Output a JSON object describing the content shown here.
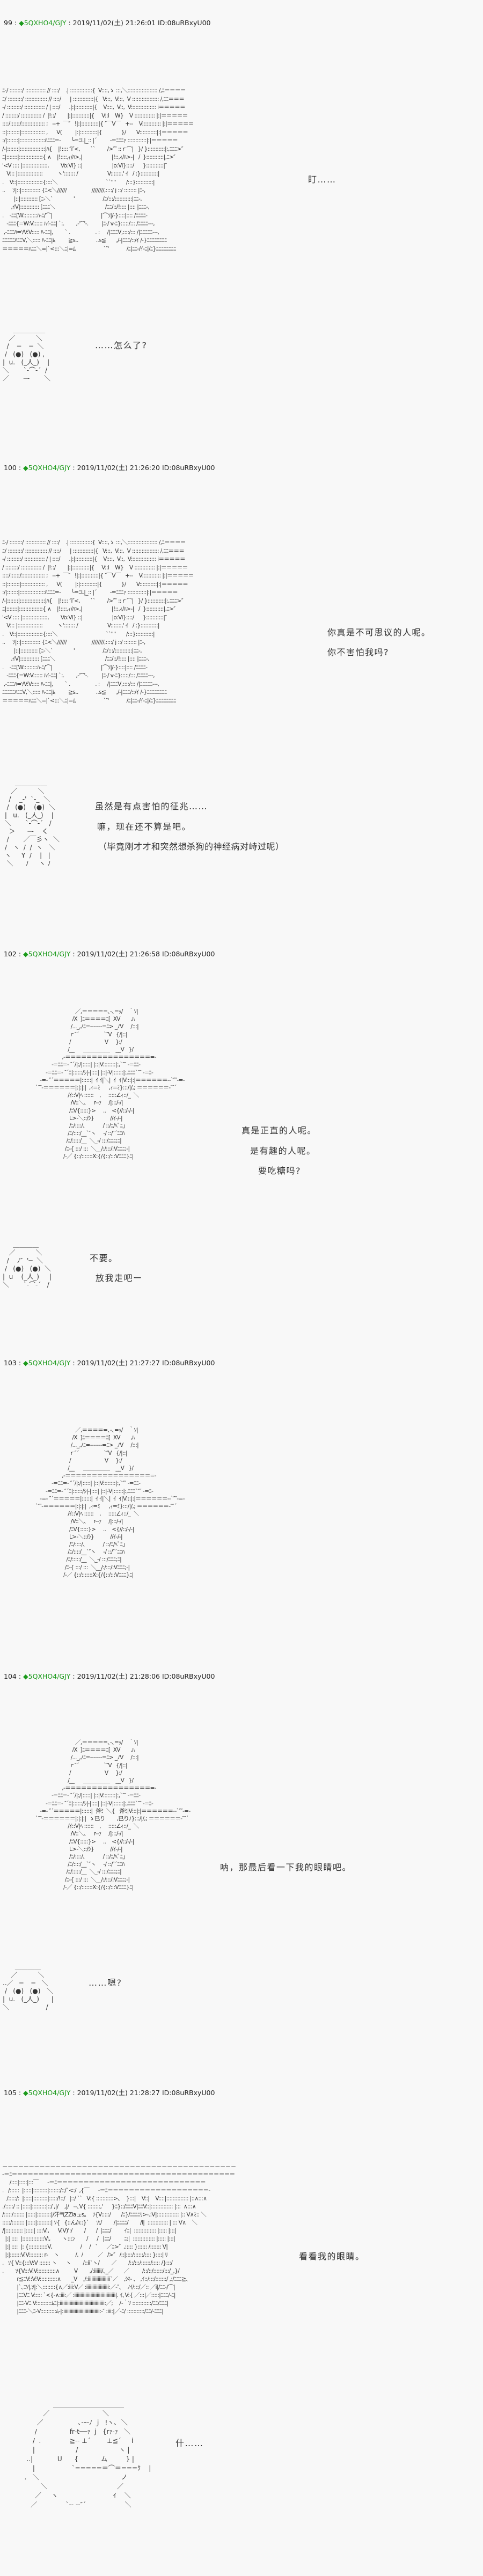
{
  "colors": {
    "background": "#f8f8f8",
    "trip": "#1a9a1a",
    "text": "#222222"
  },
  "posts": [
    {
      "number": "99",
      "sep": " : ",
      "trip": "◆5QXHO4/GJY",
      "datetime": " : 2019/11/02(土) 21:26:01",
      "id": " ID:08uRBxyU00",
      "art": "ﾆ-/ ::::::::/ ::::::::::::: // ::::/    .| ::::::::::::::{  V::::,ゝ :::,＼::::::::::::::::::: /,ﾆ＝＝＝＝\nﾆ/ :::::::::/ :::::::::::::: // ::::/      | :::::::::::::|{   V:::,  V:::,  V ::::::::::::::::: /,ﾆﾆ＝＝＝\n-/ :::::::::/ ::::::::::::: / | ::::/      .|:|:::::::::::|{    V::::,  V::,  V:::::::::::::::: i＝＝＝＝＝\n/ ::::::::/ ::::::::::::: /  |!::/        |:|:::::::::::|{     V::i    W}    V ::::::::::::: |:|＝＝＝＝＝\n::::/::::::/::::::::::::::: ;   --+  ￣″   !|:|:::::::::::|{ ″￣V￣   +--    V:::::::::::: |:|＝＝＝＝＝\n::|::::::::|::::::::::::::: ,      V(         |:|:::::::::::|{             }/       V:::::::::::|:|＝＝＝＝＝\n:/|:::::::|::::::::::::::::ﾊﾆﾆﾆ=-       └=ﾆL|_:: |´         -=ﾆﾆﾆｧ ::::::::::::|:|＝＝＝＝＝\n/-|:::::::|::::::::::::::::|ﾊ{    |!:::: ″i″<,       ``        />″″ ::ｒ⌒|   }/ }:::::::::::|:,ﾆﾆﾆ>″\nﾆ|:::::::|:::::::::::::::{ ∧    |!::::,ｨ/ﾊ>,|                    |!::,ｨ/ﾊ>-|   /  }:::::::::::|,ﾆ>″\n'<V :::: |::::::::::::::::,        Vo:Vi} ::|                    |o:Vi}::::/      }:::::::::::|″\n   V::: |::::::::::::::::          ヽ'::::::: /                    V:::::::,' ｲ   / :}:::::::::::|\n.    V::|::::::::::::::::{::::＼                                 ``''''       /:::}:::::::::::|\n..     ｿ|::|:::::::::::: {ﾆ<＼//////                 ////////,::::/ j ::/ :::::::: |ﾆ-,\n        |::|::::::::::: [ﾆ-＼`              '                   /ﾆ/:::/:::::::::::|ﾆﾆ-,\n      ,ｲV|:::::::::::: [ﾆﾆﾆ＼                                  /ﾆﾆ/::/!:::: |:::: |ﾆﾆﾆ-,\n.    -ﾆﾆ[W:::::::::ﾊ-ﾆ/⌒|                                 |⌒ｿ|/-}::::|:::: /ﾆﾆﾆﾆ-\n   -ﾆﾆﾆ{=W:V:::::: ﾊｲ-ﾆﾆ| `:.        ,-'″″'-.         |ﾆ-/ v-ﾆ}:::::/::: /ﾆﾆﾆﾆ---,\n ,-ﾆﾆﾆﾊ=ｿV:V::::: ﾊ-ﾆﾆ|,        ` .                 . :     /|ﾆﾆﾆV,::::/::: /|ﾆﾆﾆﾆﾆ---,\nﾆﾆﾆﾆﾆﾊﾆﾆV,＼::::: ﾊ-ﾆﾆ|ﾑ         ≧s..            ..s≦       ,/-|ﾆﾆﾆ/::/ｲ /-}ﾆﾆﾆﾆﾆﾆﾆﾆ\n＝＝＝＝＝ﾊﾆﾆ＼=|`<:::＼ﾆ|=ﾑ                   `″'            /ﾆ|ﾆﾆ-/ｲ-ﾆ|/ﾆ}ﾆﾆﾆﾆﾆﾆﾆﾆ",
      "dialogue": [
        "盯……"
      ],
      "face": "     ＿＿＿＿＿\n   ／          ＼\n  /    ─    ─  ＼\n /   (●)   (●) ,\n|  u.   (_人_)    |\n＼       `‐⌒‐´  /\n／       ─-       ＼",
      "face_dialogue": [
        "……怎么了?"
      ]
    },
    {
      "number": "100",
      "sep": " : ",
      "trip": "◆5QXHO4/GJY",
      "datetime": " : 2019/11/02(土) 21:26:20",
      "id": " ID:08uRBxyU00",
      "dialogue": [
        "你真是不可思议的人呢。",
        "你不害怕我吗?"
      ],
      "face": "      ＿＿＿＿＿\n    ／          ＼\n   /    _-'  `-_  ＼\n  /   (●)    (●)  ＼\n |   u.   (_人_)    |\n ＼       `‐⌒‐´   /\n   ＞      ─-    く\n  /       ／￣彡ヽ  ＼\n /   ヽ  /  /  ヽ   ＼\n ヽ     Y  /    |   |\n  ＼      ﾉ     ヽ ﾉ",
      "face_dialogue": [
        "虽然是有点害怕的征兆……",
        "嘛，现在还不算是吧。",
        "（毕竟刚才才和突然想杀狗的神经病对峙过呢）"
      ]
    },
    {
      "number": "102",
      "sep": " : ",
      "trip": "◆5QXHO4/GJY",
      "datetime": " : 2019/11/02(土) 21:26:58",
      "id": " ID:08uRBxyU00",
      "art": "                           ／,＝＝＝＝=､-､=ｯ/    ｀ｿ|\n                         /X  ]ﾆ＝＝＝＝ﾆ[  XV       ,ﾊ\n                        /..._,ﾉﾆ=-------=ﾆ> _ﾉV     /:::|\n                       ｒ″´                 `″V   {/|::|\n                       /                       V     }:/\n                      /__      ＿＿＿＿＿    __V   }/\n                  ,-＝＝＝＝＝＝＝＝＝＝＝＝＝＝＝＝=-\n           -=ﾆﾆ=- ″´/|:/|:::::| |::|V::::::::|:,`″″ -=ﾆﾆ-\n       -=ﾆﾆ=- ″´ﾆ|::::::/ｼ|-|::::| |::|-V|::::::|:,ﾆﾆﾆ`″″ -=ﾆ-\n   -=- ″´＝＝＝＝＝|::::::|  ｲ ｲ|＼|  ｲ  ｲ|V:::|:|＝＝＝＝＝＝--`″″-=-\n`″″-＝＝＝＝＝＝|:|:|:|  ,ｨ=ﾐ      ,ｨ=ﾐ}:::/|/,; ＝＝＝＝＝＝-″″´\n                      /ｲ::V|ﾍ ::::::    ,     :::::∠ｨ::/_  ＼\n                        /V::＼､     r--ｧ     /|:::/-/|\n                       /ﾆV{:::::}>     ..    <{//::/-/-|\n                       L>-＼::/ｼ}           //ｲ-/-|\n                       /ﾆ/::::/､            / ::/ﾆ/ﾍﾞﾆ」\n                      /ﾆ/::::/__`″ヽ     -/ ::/″´ﾆﾆﾊ\n                     /ﾆ/:::::/__  ＼_-/ :::/ﾆﾆﾆ;ﾆ|\n                    /ﾆ-{ :::/ :::  ＼__/:/:::/:Vﾆﾆﾆ;-|\n                   /-／ {::/:::::::X:{/{::/:::Vﾆﾆﾆ}ﾆ|",
      "dialogue": [
        "真是正直的人呢。",
        "是有趣的人呢。",
        "要吃糖吗?"
      ],
      "face": "     ＿＿＿＿\n   ／          ＼\n  /    ﾉ″  '─  ＼\n /   (●)   (●)  ＼\n|  u    (_人_)     |\n＼       `‐⌒‐´   /",
      "face_dialogue": [
        "不要。",
        "放我走吧ー"
      ]
    },
    {
      "number": "103",
      "sep": " : ",
      "trip": "◆5QXHO4/GJY",
      "datetime": " : 2019/11/02(土) 21:27:27",
      "id": " ID:08uRBxyU00",
      "art": "                           ／,＝＝＝＝=､-､=ｯ/    ｀ｿ|\n                         /X  ]ﾆ＝＝＝＝ﾆ[  XV       ,ﾊ\n                        /..._,ﾉﾆ=-------=ﾆ> _ﾉV     /:::|\n                       ｒ″´                 `″V   {/|::|\n                       /                       V     }:/\n                      /__      ＿＿＿＿＿    __V   }/\n                  ,-＝＝＝＝＝＝＝＝＝＝＝＝＝＝＝＝=-\n           -=ﾆﾆ=- ″´/|:/|:::::| |::|V::::::::|:,`″″ -=ﾆﾆ-\n       -=ﾆﾆ=- ″´ﾆ|::::::/ｼ|-|::::| |::|-V|::::::|:,ﾆﾆﾆ`″″ -=ﾆ-\n   -=- ″´＝＝＝＝＝|::::::|  ｲ ｲ|＼|  ｲ  ｲ|V:::|:|＝＝＝＝＝＝--`″″-=-\n`″″-＝＝＝＝＝＝|:|:|:|  ,ｨ=ﾐ      ,ｨ=ﾐ}:::/|/,; ＝＝＝＝＝＝-″″´\n                      /ｲ::V|ﾍ ::::::    ,     :::::∠ｨ::/_  ＼\n                        /V::＼､     r--ｧ     /|:::/-/|\n                       /ﾆV{:::::}>     ..    <{//::/-/-|\n                       L>-＼::/ｼ}           //ｲ-/-|\n                       /ﾆ/::::/､            / ::/ﾆ/ﾍﾞﾆ」\n                      /ﾆ/::::/__`″ヽ     -/ ::/″´ﾆﾆﾊ\n                     /ﾆ/:::::/__  ＼_-/ :::/ﾆﾆﾆ;ﾆ|\n                    /ﾆ-{ :::/ :::  ＼__/:/:::/:Vﾆﾆﾆ;-|\n                   /-／ {::/:::::::X:{/{::/:::Vﾆﾆﾆ}ﾆ|"
    },
    {
      "number": "104",
      "sep": " : ",
      "trip": "◆5QXHO4/GJY",
      "datetime": " : 2019/11/02(土) 21:28:06",
      "id": " ID:08uRBxyU00",
      "art": "                           ／,＝＝＝＝=､-､=ｯ/    ｀ｿ|\n                         /X  ]ﾆ＝＝＝＝ﾆ[  XV       ,ﾊ\n                        /..._,ﾉﾆ=-------=ﾆ> _ﾉV     /:::|\n                       ｒ″´                 `″V   {/|::|\n                       /                       V     }:/\n                      /__      ＿＿＿＿＿    __V   }/\n                  ,-＝＝＝＝＝＝＝＝＝＝＝＝＝＝＝＝=-\n           -=ﾆﾆ=- ″´/|:/|:::::| |::|V::::::::|:,`″″ -=ﾆﾆ-\n       -=ﾆﾆ=- ″´ﾆ|::::::/ｼ|-|::::| |::|-V|::::::|:,ﾆﾆﾆ`″″ -=ﾆ-\n   -=- ″´＝＝＝＝＝|::::::|  斧ﾐ  ＼{   斧ﾐ|V:::|:|＝＝＝＝＝＝--`″″-=-\n`″″-＝＝＝＝＝＝|:|:|:|  ゝ已り        ,已りﾉ}:::/|/,; ＝＝＝＝＝＝-″″´\n                      /ｲ::V|ﾍ ::::::    ,     :::::∠ｨ::/_  ＼\n                        /V::＼､     r--ｧ     /|:::/-/|\n                       /ﾆV{:::::}>     ..    <{//::/-/-|\n                       L>-＼::/ｼ}           //ｲ-/-|\n                       /ﾆ/::::/､            / ::/ﾆ/ﾍﾞﾆ」\n                      /ﾆ/::::/__`″ヽ     -/ ::/″´ﾆﾆﾊ\n                     /ﾆ/:::::/__  ＼_-/ :::/ﾆﾆﾆ;ﾆ|\n                    /ﾆ-{ :::/ :::  ＼__/:/:::/:Vﾆﾆﾆ;-|\n                   /-／ {::/:::::::X:{/{::/:::Vﾆﾆﾆ}ﾆ|",
      "dialogue": [
        "呐，那最后看一下我的眼睛吧。"
      ],
      "face": "      ＿＿＿＿\n    ／          ＼\n..／   ─    ─   ＼\n /   (●)   (●)   ＼\n|  u.   (_人_)      |\n＼                  /",
      "face_dialogue": [
        "……嗯?"
      ]
    },
    {
      "number": "105",
      "sep": " : ",
      "trip": "◆5QXHO4/GJY",
      "datetime": " : 2019/11/02(土) 21:28:27",
      "id": " ID:08uRBxyU00",
      "art": "－－－－－－－－－－－－－－－－－－－－－－－－－－－－－－－－－－－－－－－－－－－－\n-＝ﾆ＝＝＝＝＝＝＝＝＝＝＝＝＝＝＝＝＝＝＝＝＝＝＝＝＝＝＝＝＝＝＝＝＝＝＝＝＝＝＝＝＝＝\n     /::::|:::::|:::￣      -＝ﾆ＝＝＝＝＝＝＝＝＝＝＝＝＝＝＝＝＝＝＝＝＝＝＝＝＝＝＝＝\n.   /::::::  |:::::|:::::::::|:::::::/::/`<:/  ,{￣      -＝ﾆ＝＝＝＝＝＝＝＝＝＝＝＝＝＝＝＝＝＝＝-\n   /:::::/:  |:::::|:::::::::|:::::/!::/   |::/ ``   V:{ :::::::::::>､    }:::|    V::|    V::::|:::::::::::::: |::∧:::∧\n./:::::/ :: |:::::|:::::::::|::/ ,|/    ,|/   --､V{ ::::::::,'      }ﾆ}::/ﾆﾆﾆV|ﾆﾆV::|:::::::::::::: |:::  ∧:::∧\n/:::::/::::::: |:::::|:::::::::|/汗气ZZiaュs｡    ｿ{V:::::/       /ﾆ}/ﾆﾆﾆﾆﾘ>-.:V|:::::::::::::: |:: V∧ﾐ:: ＼\n:::::/:::::::: |:::::|:::::::::| ｿ{   {::ん/ﾊ::}`     ｿ:/        /|ﾆﾆﾆﾆ/        /i|  ::::::::::::: | ::: V∧    ＼\n/|::::::::::: |:::::| ::::V:,      V:V)':/        /       /  |ﾆﾆﾆ/         ｲﾆ|  :::::::::::::: |::::: |:::|\n  |:| ::::  |::::::::::::::V:,        ヽ:::ﾝ        /      /   |ﾆﾆ/         ﾆ:|  :::::::::::::: |::::: |:::|\n  |:| ::::  |: {::::::::::::V,                   /     /   `      ／ﾆ>″  ,::::: }:::::: /::::::: V|\n  |:|:::::::V:V::::::::: r‐    ヽ           /,  /          ／   />″   /::|::::/::::::/:::: }::::| ﾘ\n.   ｿ{ V::{:::V:V ::::::: ヽ      ヽ        /::ii`ヽ/        ／        /::/:::/::::::/::::: /}:::/\n.        ｿ{V:::V:V::::::::::::∧          V        ,/:iiiiii/､_／       ／         /::/::/::::::/:::/_,}/\n          r≦ﾆV::V:V:::::::::::∧       _V    ,/:iiiiiiiiiiiiiiiiii`／    ,ｼｷ- ､   ,ｲ::/:::/:::::::/ ,:/ﾆﾆﾆ≧､\n          |`､ﾆｿ|,ｿ|:＼::::::::{∧／:iii:V／ :iiiiiiiiiiiiiiiiii:／-″､    ﾉｲ/:::/／:: ／i|/ﾆﾆ-/⌒|\n          |ﾆﾆVﾆ V::::: `<{-∧:iii:／ :iiiiiiiiiiiiiiiiiiiiiiiiiiiiiiiii|. ｲ､V:{ ／:::|／:::::|ﾆﾆﾆ/-ﾆ|\n          |ﾆﾆ-Vﾆ V::::::::::ﾑﾆ|:iiiiiiiiiiiiiiiiiiiiiiiiiiiiiiiiiiii:／;    ﾉ-｀ｿ ::::::::::::/ﾆﾆ/ﾆﾆﾆ|\n          |ﾆﾆﾆ-＼ﾆ-V::::::::::ﾑ-|:iiiiiiiiiiiiiiiiiiiiiiiiiiiii:-″ :iii:|／-ﾆ/ :::::::::::/ﾆﾆ/-ﾆﾆﾆ|",
      "dialogue": [
        "看看我的眼睛。"
      ],
      "face": "                ＿＿＿＿＿＿＿＿＿＿＿\n           ／                          ＼\n        ／                 ､-ｰ-ﾉ ｊ  !ヽ､  ＼\n       /                fr‐t──ｧ  j   {rｧ-ｧ   ＼\n      /  .              ≧-- ⊥´        ⊥≦´     i\n      |                    /                    ヽ |\n   ..|            U      {           ム         } |\n      |                  `=====＝⌒＝===ｸ    |\n  .   ＼                                        ノ\n          ＼                                  ／\n       ／     ヽ                           ｲ    ＼\n     ／              `‐- -‐″´                   ＼",
      "face_dialogue": [
        "什……"
      ]
    }
  ]
}
